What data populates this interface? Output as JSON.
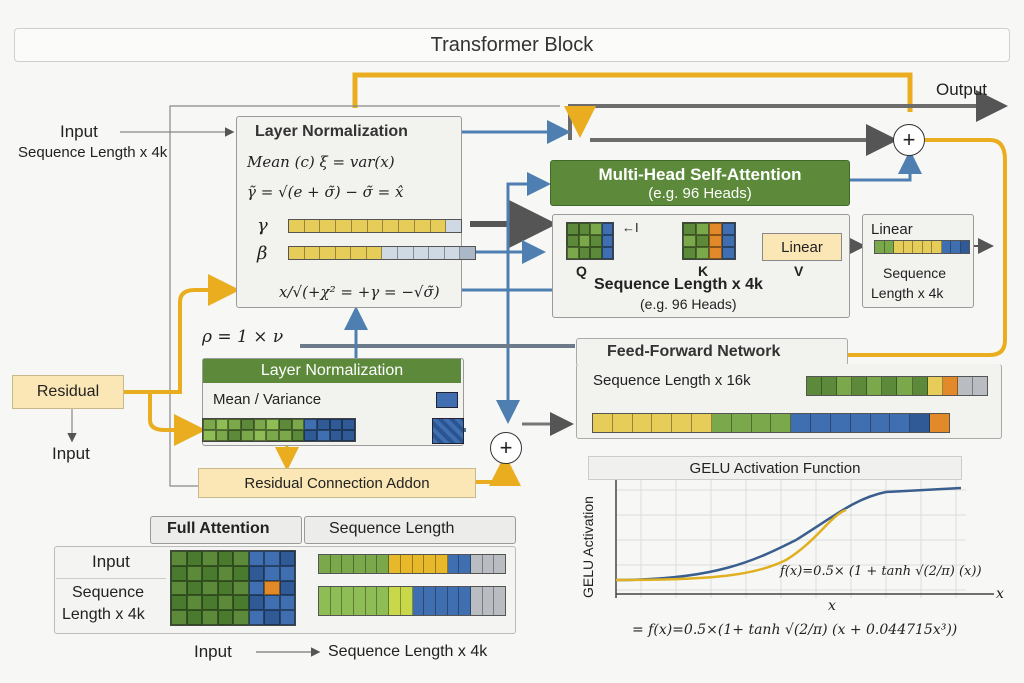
{
  "title": "Transformer Block",
  "output_label": "Output",
  "input_top": {
    "label": "Input",
    "sublabel": "Sequence Length x 4k"
  },
  "layer_norm_top": {
    "title": "Layer Normalization",
    "eq1": "Mean (c)  ξ = var(x)",
    "eq2": "γ̃ = √(e + σ̃) − σ̃ = x̂",
    "gamma": "γ",
    "beta": "β",
    "eq3": "x/√(+χ² = +γ = −√σ̃)"
  },
  "mhsa": {
    "title": "Multi-Head Self-Attention",
    "subtitle": "(e.g. 96 Heads)"
  },
  "attention_detail": {
    "q": "Q",
    "k": "K",
    "v": "V",
    "linear": "Linear",
    "seq": "Sequence Length x 4k",
    "heads": "(e.g. 96 Heads)"
  },
  "linear_box": {
    "title": "Linear",
    "seq": "Sequence",
    "len": "Length x 4k"
  },
  "residual": {
    "label": "Residual",
    "input": "Input"
  },
  "formula_small": "ρ = 1 × ν",
  "layer_norm_bottom": {
    "title": "Layer Normalization",
    "text": "Mean / Variance"
  },
  "residual_add": "Residual Connection Addon",
  "ffn": {
    "title": "Feed-Forward Network",
    "seq": "Sequence Length x 16k"
  },
  "gelu": {
    "title": "GELU Activation Function",
    "ylabel": "GELU Activation",
    "xlabel": "x",
    "xaxis": "x",
    "formula_in": "f(x)=0.5× (1 + tanh √(2/π) (x))",
    "formula_main": "= f(x)=0.5×(1+ tanh √(2/π) (x + 0.044715x³))"
  },
  "full_attention": {
    "header_left": "Full Attention",
    "header_right": "Sequence Length",
    "input": "Input",
    "seq1": "Sequence",
    "seq2": "Length x 4k"
  },
  "bottom_caption": {
    "input": "Input",
    "seq": "Sequence Length x 4k"
  },
  "colors": {
    "green": "#5c8a3a",
    "yellow": "#e8c23a",
    "blue": "#3f6fb0",
    "orange": "#e28a2a",
    "gray": "#b9bdc2",
    "arrow_yellow": "#e9ad1f",
    "arrow_blue": "#4f7fb0"
  }
}
